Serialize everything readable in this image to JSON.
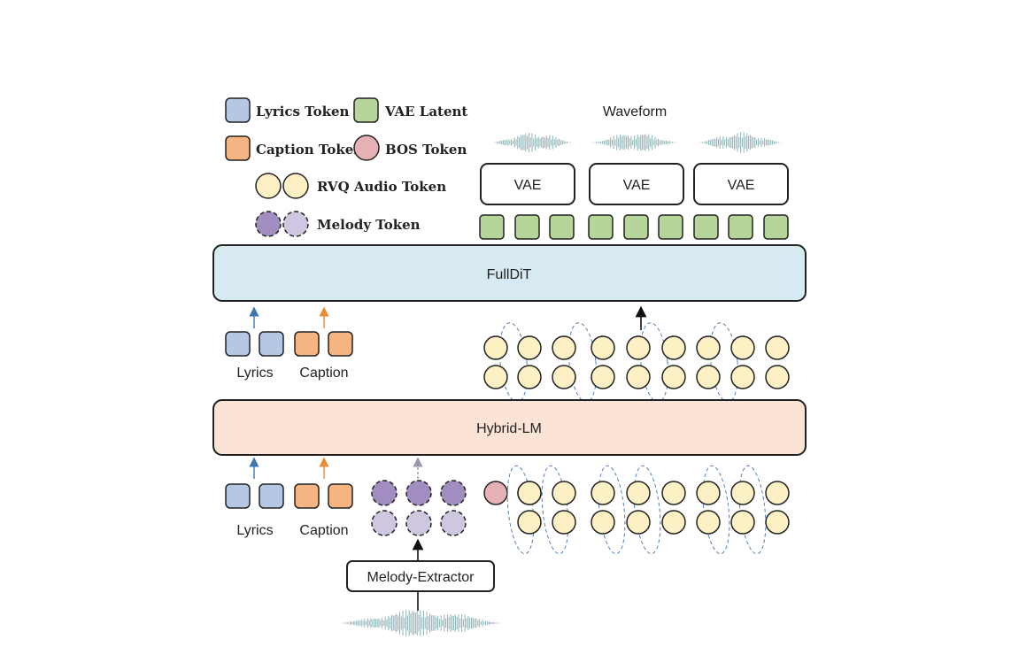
{
  "legend": {
    "lyrics_token": "Lyrics Token",
    "vae_latent": "VAE Latent",
    "caption_token": "Caption Token",
    "bos_token": "BOS Token",
    "rvq_audio_token": "RVQ Audio Token",
    "melody_token": "Melody Token"
  },
  "top": {
    "waveform_label": "Waveform",
    "vae_labels": [
      "VAE",
      "VAE",
      "VAE"
    ]
  },
  "fulldit": {
    "label": "FullDiT"
  },
  "hybrid_lm": {
    "label": "Hybrid-LM"
  },
  "inputs_upper": {
    "lyrics_label": "Lyrics",
    "caption_label": "Caption"
  },
  "inputs_lower": {
    "lyrics_label": "Lyrics",
    "caption_label": "Caption"
  },
  "melody_extractor": {
    "label": "Melody-Extractor"
  },
  "colors": {
    "lyrics": "#b4c8e4",
    "caption": "#f4b582",
    "vae_latent": "#b6d59a",
    "bos": "#e6b1b5",
    "rvq": "#fdf0c5",
    "melody_dark": "#a18dbf",
    "melody_light": "#cfc6e0",
    "fulldit": "#d8eaf1",
    "hybrid": "#fbe3d6",
    "waveform": "#8fb3b5",
    "arrow_blue": "#3d77ad",
    "arrow_orange": "#e98c34",
    "dashed": "#4f7fb9"
  }
}
